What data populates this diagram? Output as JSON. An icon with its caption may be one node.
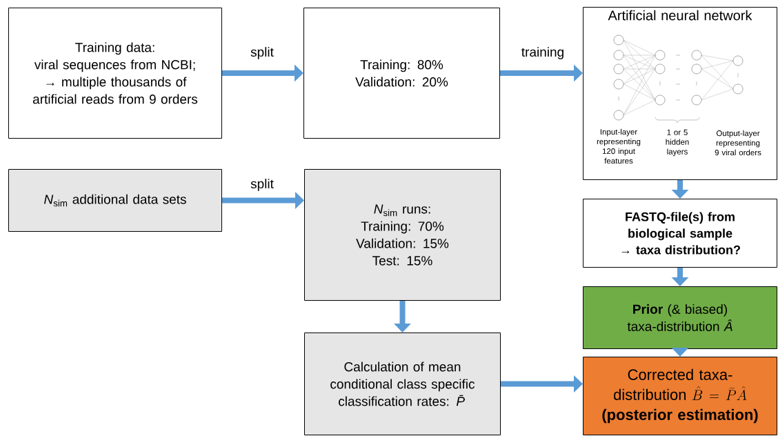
{
  "diagram": {
    "nodes": [
      {
        "text": [
          "Training data:",
          "viral sequences from NCBI; → multiple thousands of artificial reads from 9 orders"
        ]
      },
      {
        "text": [
          "Training: 80%",
          "Validation: 20%"
        ]
      },
      {
        "text": [
          "Artificial neural network"
        ]
      },
      {
        "text": [
          "*N*$_{sim}$ additional data sets"
        ]
      },
      {
        "text": [
          "*N*$_{sim}$ runs:",
          "Training: 70%",
          "Validation: 15%",
          "Test: 15%"
        ]
      },
      {
        "text": [
          "Calculation of mean conditional class specific classification rates: *P̄*"
        ]
      },
      {
        "text": [
          "FASTQ-file(s) from biological sample",
          "→ taxa distribution?"
        ]
      },
      {
        "text": [
          "**Prior** (& biased) taxa-distribution *Â*"
        ]
      },
      {
        "text": [
          "Corrected taxa-distribution",
          "\\hat{B}=\\bar{P}\\hat{A}",
          "(posterior estimation)"
        ]
      }
    ],
    "edges": [
      {
        "from": 0,
        "to": 1,
        "arrow": "to",
        "label": "split"
      },
      {
        "from": 1,
        "to": 2,
        "arrow": "to",
        "label": "training"
      },
      {
        "from": 3,
        "to": 4,
        "arrow": "to",
        "label": "split"
      },
      {
        "from": 4,
        "to": 5,
        "arrow": "to"
      },
      {
        "from": 5,
        "to": 8,
        "arrow": "to"
      },
      {
        "from": 2,
        "to": 6,
        "arrow": "to"
      },
      {
        "from": 6,
        "to": 7,
        "arrow": "to"
      },
      {
        "from": 7,
        "to": 8,
        "arrow": "to"
      }
    ],
    "labels": [
      "Input-layer representing 120 input features",
      "1 or 5 hidden layers",
      "Output-layer representing 9 viral orders"
    ]
  }
}
